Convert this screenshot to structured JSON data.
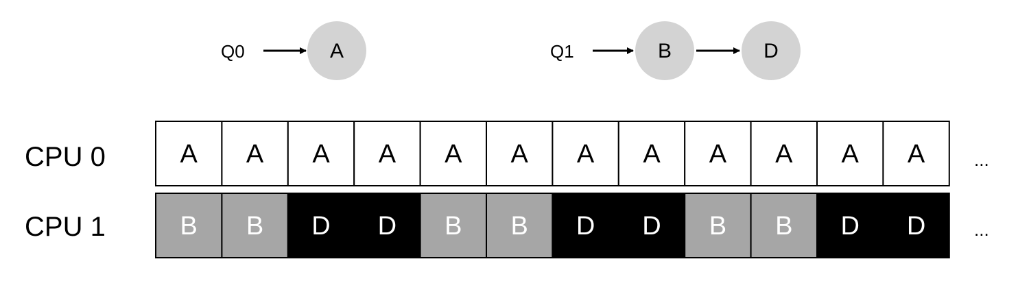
{
  "queues": [
    {
      "label": "Q0",
      "jobs": [
        "A"
      ]
    },
    {
      "label": "Q1",
      "jobs": [
        "B",
        "D"
      ]
    }
  ],
  "cpus": [
    {
      "label": "CPU 0",
      "slots": [
        "A",
        "A",
        "A",
        "A",
        "A",
        "A",
        "A",
        "A",
        "A",
        "A",
        "A",
        "A"
      ],
      "continuation": "..."
    },
    {
      "label": "CPU 1",
      "slots": [
        "B",
        "B",
        "D",
        "D",
        "B",
        "B",
        "D",
        "D",
        "B",
        "B",
        "D",
        "D"
      ],
      "continuation": "..."
    }
  ],
  "job_styles": {
    "A": {
      "fill": "#ffffff",
      "text": "#000000"
    },
    "B": {
      "fill": "#a6a6a6",
      "text": "#ffffff"
    },
    "D": {
      "fill": "#000000",
      "text": "#ffffff"
    }
  },
  "queue_node_fill": "#d3d3d3",
  "grid_stroke": "#000000"
}
